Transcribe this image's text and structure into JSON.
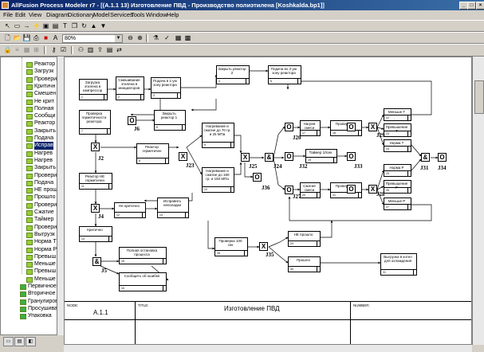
{
  "window": {
    "title": "AllFusion Process Modeler r7 - [(A.1.1 13) Изготовление ПВД - Производство полиэтилена  [Koshkalda.bp1]]",
    "buttons": [
      "_",
      "□",
      "×"
    ]
  },
  "menu": [
    "File",
    "Edit",
    "View",
    "Diagram",
    "Dictionary",
    "Model",
    "Services",
    "Tools",
    "Window",
    "Help"
  ],
  "toolbar": {
    "zoom": "80%",
    "font_combo": ""
  },
  "tree": {
    "items": [
      {
        "label": "Реактор",
        "sub": true
      },
      {
        "label": "Загрузк",
        "sub": true
      },
      {
        "label": "Провери",
        "sub": true
      },
      {
        "label": "Критичн",
        "sub": true
      },
      {
        "label": "Смешен",
        "sub": true
      },
      {
        "label": "Не крит",
        "sub": true
      },
      {
        "label": "Полная",
        "sub": true
      },
      {
        "label": "Сообщи",
        "sub": true
      },
      {
        "label": "Реактор",
        "sub": true
      },
      {
        "label": "Закрыть",
        "sub": true
      },
      {
        "label": "Подача",
        "sub": true
      },
      {
        "label": "Исправ",
        "sub": true,
        "selected": true
      },
      {
        "label": "Нагрев",
        "sub": true
      },
      {
        "label": "Нагрев",
        "sub": true
      },
      {
        "label": "Закрыть",
        "sub": true
      },
      {
        "label": "Провери",
        "sub": true
      },
      {
        "label": "Подача",
        "sub": true
      },
      {
        "label": "НЕ прош",
        "sub": true
      },
      {
        "label": "Прошло",
        "sub": true
      },
      {
        "label": "Провери",
        "sub": true
      },
      {
        "label": "Сжатие",
        "sub": true
      },
      {
        "label": "Таймер",
        "sub": true
      },
      {
        "label": "Провери",
        "sub": true
      },
      {
        "label": "Выгрузк",
        "sub": true
      },
      {
        "label": "Норма Т",
        "sub": true
      },
      {
        "label": "Норма Р",
        "sub": true
      },
      {
        "label": "Превыш",
        "sub": true
      },
      {
        "label": "Меньше",
        "sub": true
      },
      {
        "label": "Превыш",
        "sub": true
      },
      {
        "label": "Меньше",
        "sub": true
      },
      {
        "label": "Первичное",
        "sub": false
      },
      {
        "label": "Вторичное",
        "sub": false
      },
      {
        "label": "Гранулиров",
        "sub": false
      },
      {
        "label": "Просушива",
        "sub": false
      },
      {
        "label": "Упаковка",
        "sub": false
      }
    ]
  },
  "diagram": {
    "boxes": [
      {
        "id": "b1",
        "label": "Загрузка этилена в компрессор",
        "num": "1"
      },
      {
        "id": "b2",
        "label": "Смешивание этилена в инициаторов",
        "num": "2"
      },
      {
        "id": "b3",
        "label": "Подача в 1-ую зону реактора",
        "num": "3"
      },
      {
        "id": "b4",
        "label": "Закрыть реактор 2",
        "num": "4"
      },
      {
        "id": "b5",
        "label": "Подача во 2-ую зону реактора",
        "num": "5"
      },
      {
        "id": "b6",
        "label": "Закрыть реактор 1",
        "num": "6"
      },
      {
        "id": "b7",
        "label": "Проверка герметичности реактора",
        "num": "7"
      },
      {
        "id": "b8",
        "label": "Реактор герметичен",
        "num": "8"
      },
      {
        "id": "b9",
        "label": "Нагревание и сжатие до 70 гр. и 25 МПа",
        "num": "9"
      },
      {
        "id": "b10",
        "label": "Нагревание и сжатие до 180 гр. и 150 МПа",
        "num": "10"
      },
      {
        "id": "b11",
        "label": "Реактор НЕ герметичен",
        "num": "11"
      },
      {
        "id": "b12",
        "label": "Не критично",
        "num": "12"
      },
      {
        "id": "b13",
        "label": "Исправить неполадки",
        "num": "13"
      },
      {
        "id": "b14",
        "label": "Критично",
        "num": "14"
      },
      {
        "id": "b15",
        "label": "Полная остановка процесса",
        "num": "15"
      },
      {
        "id": "b16",
        "label": "Сообщить об ошибке",
        "num": "16"
      },
      {
        "id": "b17",
        "label": "Нагрев смеси",
        "num": "17"
      },
      {
        "id": "b18",
        "label": "Проверка Т",
        "num": "18"
      },
      {
        "id": "b19",
        "label": "Таймер 10сек",
        "num": "19"
      },
      {
        "id": "b20",
        "label": "Сжатие смеси",
        "num": "20"
      },
      {
        "id": "b21",
        "label": "Проверка Р",
        "num": "21"
      },
      {
        "id": "b22",
        "label": "Меньше Т",
        "num": "22"
      },
      {
        "id": "b23",
        "label": "Превышение Т",
        "num": "23"
      },
      {
        "id": "b24",
        "label": "Норма Т",
        "num": "24"
      },
      {
        "id": "b25",
        "label": "Норма Р",
        "num": "25"
      },
      {
        "id": "b26",
        "label": "Превышение Р",
        "num": "26"
      },
      {
        "id": "b27",
        "label": "Меньше Р",
        "num": "27"
      },
      {
        "id": "b28",
        "label": "Проверка 100 сек",
        "num": "28"
      },
      {
        "id": "b29",
        "label": "НЕ прошло",
        "num": "29"
      },
      {
        "id": "b30",
        "label": "Прошло",
        "num": "30"
      },
      {
        "id": "b31",
        "label": "Выгрузка в котел для охлаждения",
        "num": "31"
      }
    ],
    "junctions": [
      {
        "id": "j36",
        "sym": "O",
        "label": "J6"
      },
      {
        "id": "j32",
        "sym": "X",
        "label": "J2"
      },
      {
        "id": "j323",
        "sym": "X",
        "label": "J23"
      },
      {
        "id": "j34",
        "sym": "X",
        "label": "J4"
      },
      {
        "id": "j35",
        "sym": "&",
        "label": "J5"
      },
      {
        "id": "j325",
        "sym": "X",
        "label": "J25"
      },
      {
        "id": "j336",
        "sym": "O",
        "label": "J36"
      },
      {
        "id": "j324",
        "sym": "&",
        "label": "J24"
      },
      {
        "id": "j320",
        "sym": "O",
        "label": "J20"
      },
      {
        "id": "j332",
        "sym": "O",
        "label": "J32"
      },
      {
        "id": "j327",
        "sym": "O",
        "label": "J27"
      },
      {
        "id": "j333",
        "sym": "O",
        "label": "J33"
      },
      {
        "id": "j329",
        "sym": "X",
        "label": "J29"
      },
      {
        "id": "j328",
        "sym": "X",
        "label": "J28"
      },
      {
        "id": "j331",
        "sym": "&",
        "label": "J31"
      },
      {
        "id": "j334",
        "sym": "O",
        "label": "J34"
      },
      {
        "id": "j335",
        "sym": "X",
        "label": "J35"
      },
      {
        "id": "jx1",
        "sym": "O",
        "label": ""
      },
      {
        "id": "jx2",
        "sym": "O",
        "label": ""
      }
    ],
    "frame": {
      "node_label": "NODE:",
      "node_value": "A.1.1",
      "title_label": "TITLE:",
      "title_value": "Изготовление ПВД",
      "number_label": "NUMBER:"
    }
  }
}
